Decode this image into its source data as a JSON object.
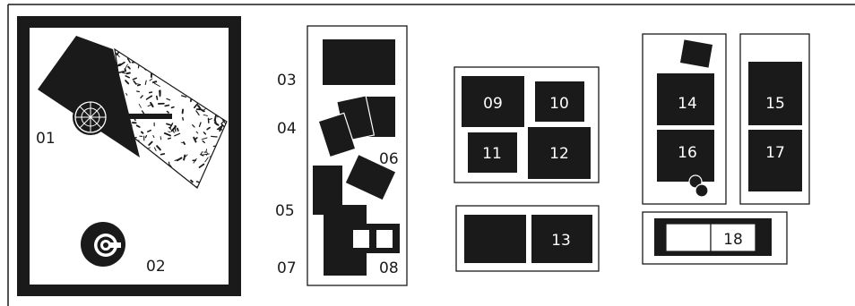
{
  "labels": {
    "l01": "01",
    "l02": "02",
    "l03": "03",
    "l04": "04",
    "l05": "05",
    "l06": "06",
    "l07": "07",
    "l08": "08",
    "l09": "09",
    "l10": "10",
    "l11": "11",
    "l12": "12",
    "l13": "13",
    "l14": "14",
    "l15": "15",
    "l16": "16",
    "l17": "17",
    "l18": "18"
  },
  "colors": {
    "ink": "#1a1a1a",
    "paper": "#ffffff"
  }
}
